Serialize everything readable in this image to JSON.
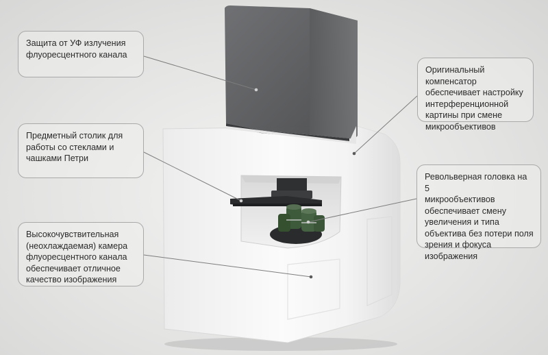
{
  "callouts": {
    "uv_protection": [
      "Защита от УФ излучения",
      "флуоресцентного канала"
    ],
    "stage": [
      "Предметный столик для",
      "работы со стеклами и",
      "чашками Петри"
    ],
    "camera": [
      "Высокочувствительная",
      "(неохлаждаемая) камера",
      "флуоресцентного канала",
      "обеспечивает отличное",
      "качество изображения"
    ],
    "compensator": [
      "Оригинальный компенсатор",
      "обеспечивает настройку",
      "интерференционной",
      "картины при смене",
      "микрообъективов"
    ],
    "turret": [
      "Револьверная головка на 5",
      "микрообъективов",
      "обеспечивает смену",
      "увеличения и типа",
      "объектива без потери поля",
      "зрения  и фокуса",
      "изображения"
    ]
  },
  "colors": {
    "body_white": "#f7f7f6",
    "uv_cover": "#5f6062",
    "objective_green": "#3d5a3a",
    "callout_border": "#a9a9a9",
    "leader_line": "#7d7d7d"
  }
}
